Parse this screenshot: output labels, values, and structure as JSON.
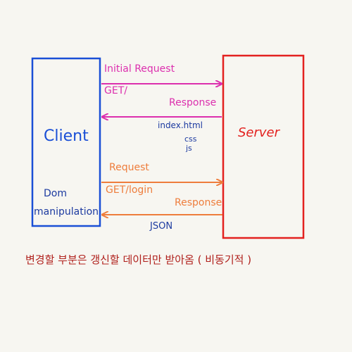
{
  "colors": {
    "client": "#1a4fd6",
    "server": "#e3211f",
    "pink": "#dc2fae",
    "orange": "#ee7d3c",
    "navy": "#1c3aa0",
    "darkred": "#b0201c"
  },
  "client": {
    "label": "Client",
    "dom": "Dom",
    "manipulation": "manipulation"
  },
  "server": {
    "label": "Server"
  },
  "exchange_initial": {
    "request": "Initial Request",
    "method": "GET/",
    "response": "Response",
    "file_html": "index.html",
    "file_css": "css",
    "file_js": "js"
  },
  "exchange_ajax": {
    "request": "Request",
    "method": "GET/login",
    "response": "Response",
    "payload": "JSON"
  },
  "note": "변경할 부분은 갱신할 데이터만 받아옴 ( 비동기적 )"
}
